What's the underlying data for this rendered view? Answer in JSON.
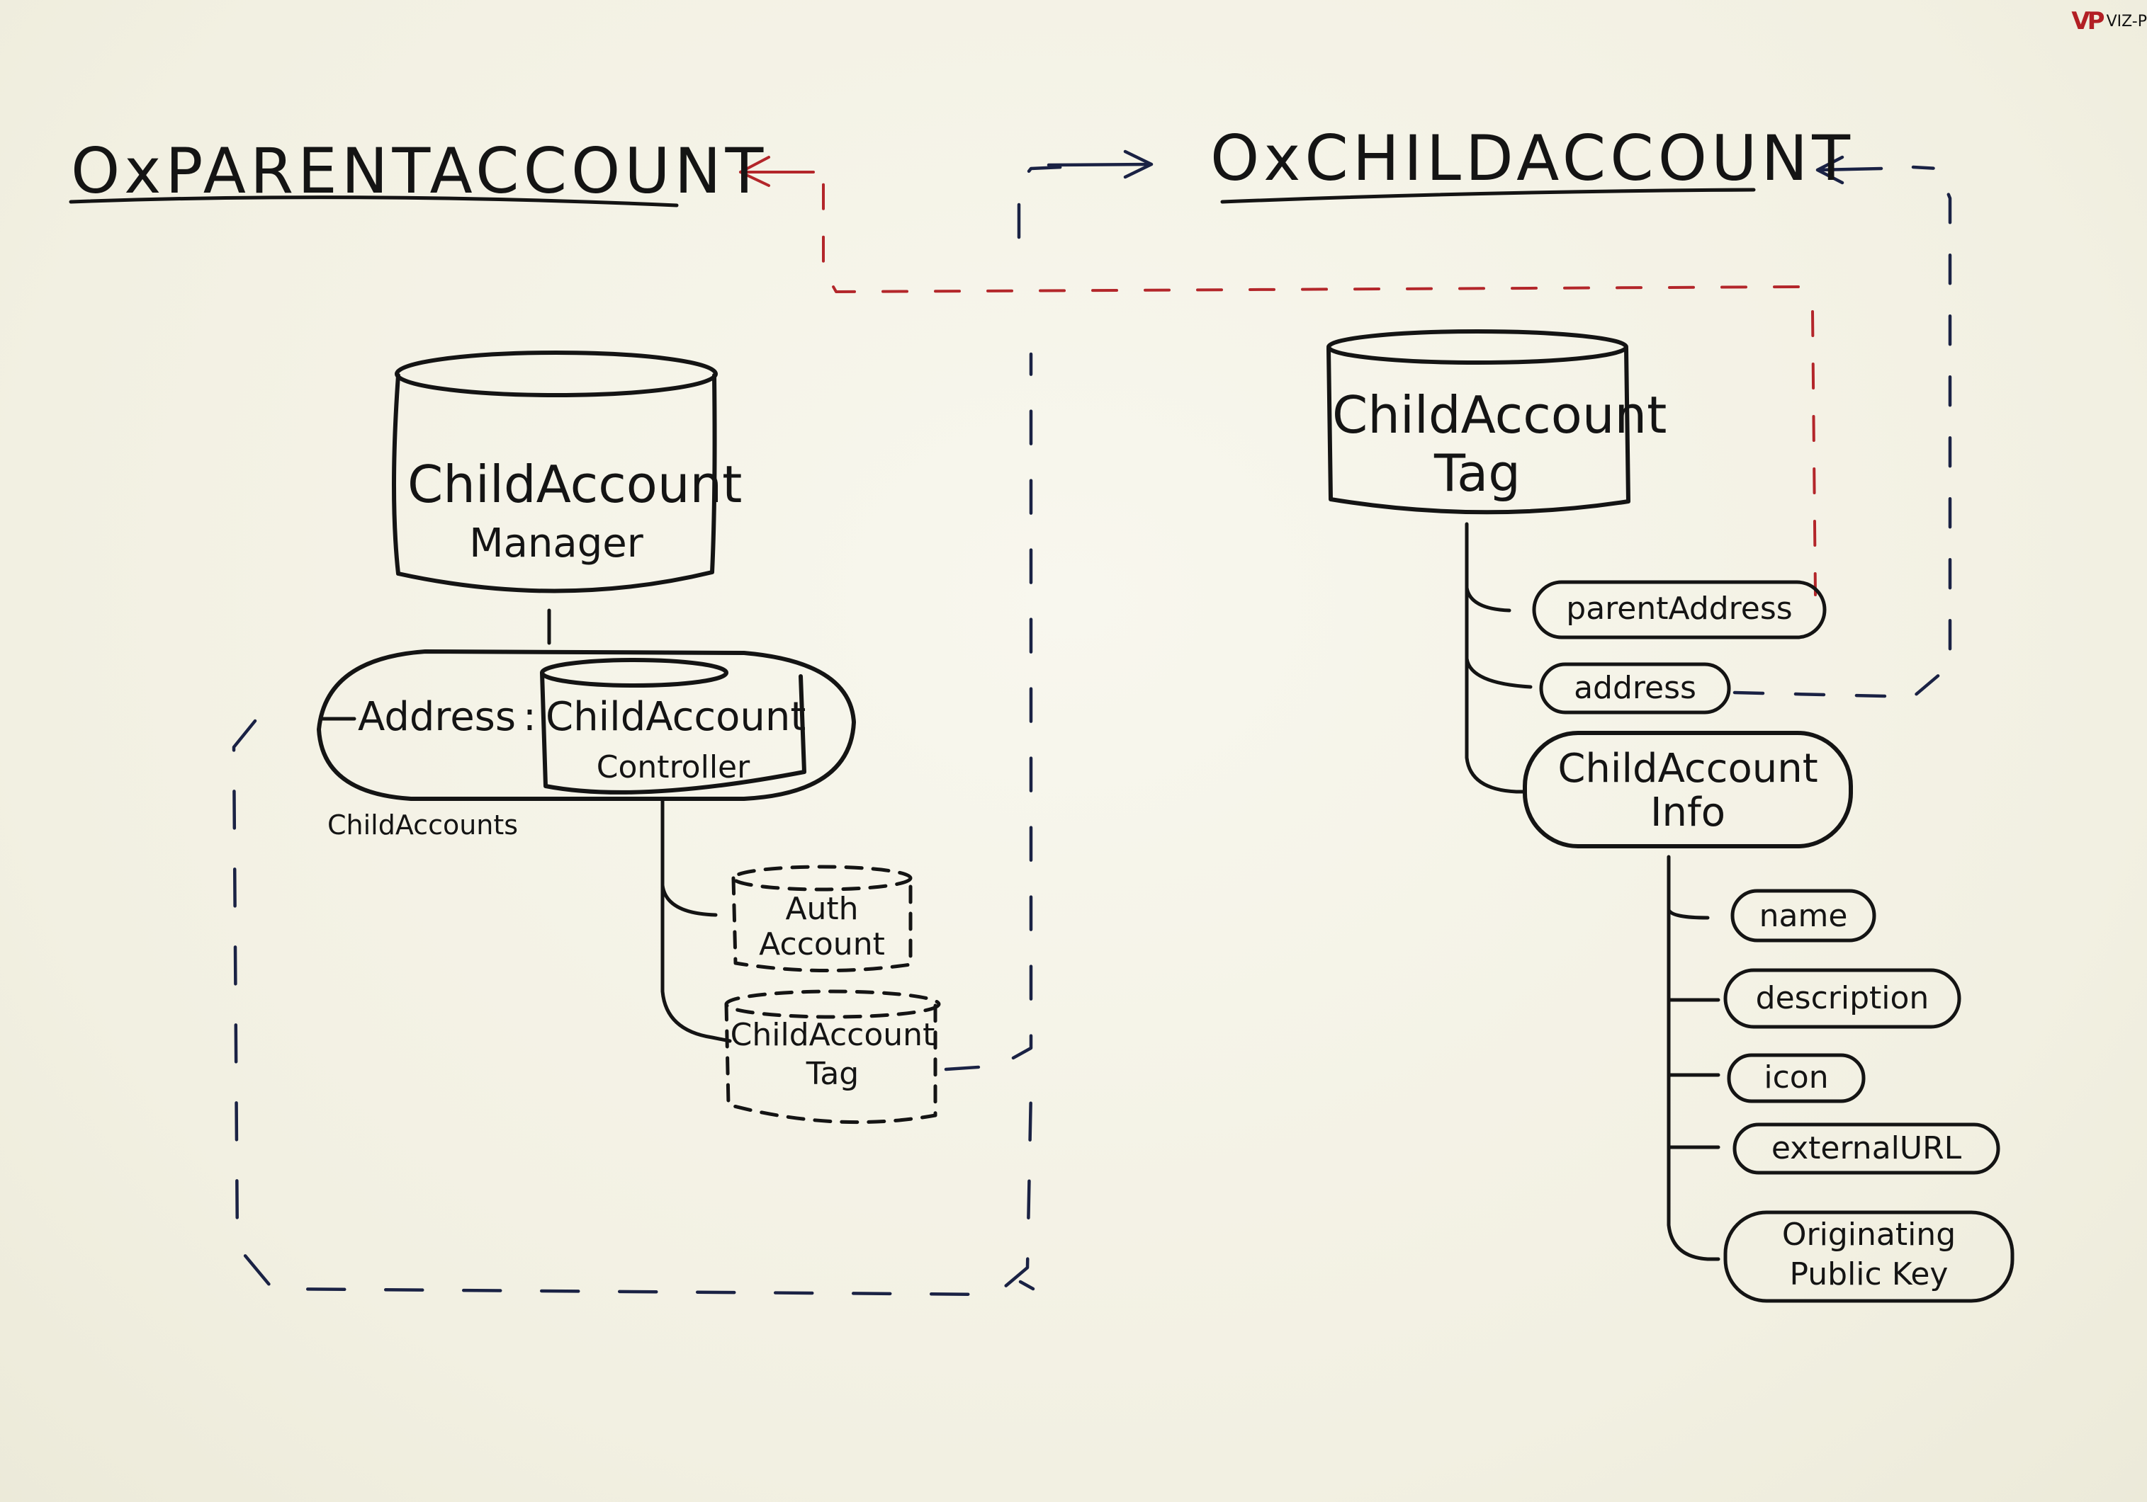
{
  "logo": {
    "mark": "VP",
    "text": "VIZ-P"
  },
  "titles": {
    "parent_account": "OxPARENTACCOUNT",
    "child_account": "OxCHILDACCOUNT"
  },
  "parent_side": {
    "manager_line1": "ChildAccount",
    "manager_line2": "Manager",
    "address_label": "Address",
    "colon": ":",
    "controller_line1": "ChildAccount",
    "controller_line2": "Controller",
    "map_label": "ChildAccounts",
    "auth_line1": "Auth",
    "auth_line2": "Account",
    "tag_line1": "ChildAccount",
    "tag_line2": "Tag"
  },
  "child_side": {
    "tag_line1": "ChildAccount",
    "tag_line2": "Tag",
    "field_parent_address": "parentAddress",
    "field_address": "address",
    "info_line1": "ChildAccount",
    "info_line2": "Info",
    "field_name": "name",
    "field_description": "description",
    "field_icon": "icon",
    "field_external_url": "externalURL",
    "field_key_line1": "Originating",
    "field_key_line2": "Public Key"
  },
  "colors": {
    "ink_black": "#141414",
    "ink_navy": "#1a2244",
    "ink_red": "#b3262a",
    "board": "#f4f2e6"
  }
}
